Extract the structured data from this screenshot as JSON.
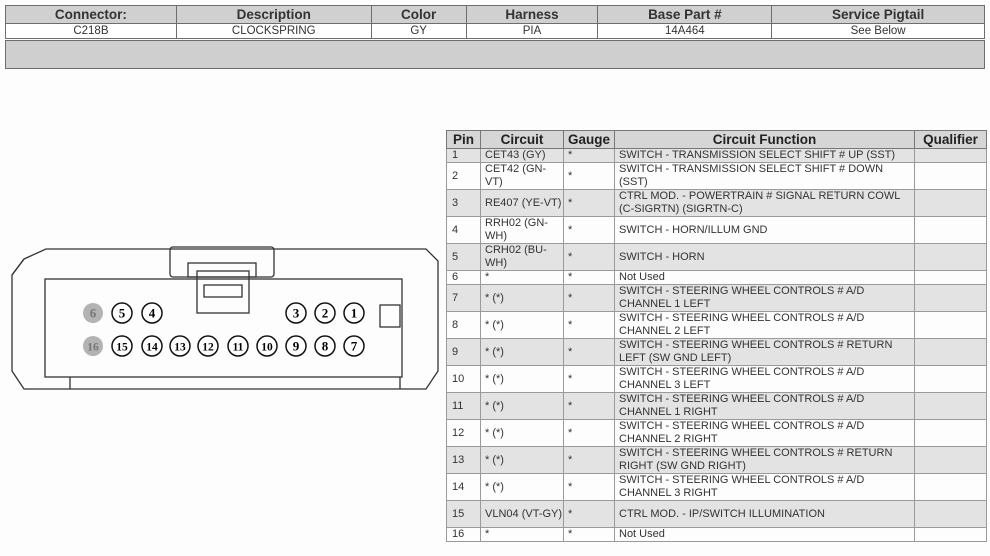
{
  "connector_header": {
    "columns": [
      "Connector:",
      "Description",
      "Color",
      "Harness",
      "Base Part #",
      "Service Pigtail"
    ],
    "values": [
      "C218B",
      "CLOCKSPRING",
      "GY",
      "PIA",
      "14A464",
      "See Below"
    ]
  },
  "connector_diagram": {
    "top_row": [
      "6",
      "5",
      "4",
      "3",
      "2",
      "1"
    ],
    "bottom_row": [
      "16",
      "15",
      "14",
      "13",
      "12",
      "11",
      "10",
      "9",
      "8",
      "7"
    ],
    "unused_pins": [
      "6",
      "16"
    ]
  },
  "pin_table": {
    "headers": [
      "Pin",
      "Circuit",
      "Gauge",
      "Circuit Function",
      "Qualifier"
    ],
    "rows": [
      {
        "pin": "1",
        "circuit": "CET43 (GY)",
        "gauge": "*",
        "function": "SWITCH - TRANSMISSION SELECT SHIFT # UP (SST)",
        "qualifier": ""
      },
      {
        "pin": "2",
        "circuit": "CET42 (GN-VT)",
        "gauge": "*",
        "function": "SWITCH - TRANSMISSION SELECT SHIFT # DOWN (SST)",
        "qualifier": ""
      },
      {
        "pin": "3",
        "circuit": "RE407 (YE-VT)",
        "gauge": "*",
        "function": "CTRL MOD. - POWERTRAIN # SIGNAL RETURN COWL (C-SIGRTN) (SIGRTN-C)",
        "qualifier": ""
      },
      {
        "pin": "4",
        "circuit": "RRH02 (GN-WH)",
        "gauge": "*",
        "function": "SWITCH - HORN/ILLUM GND",
        "qualifier": ""
      },
      {
        "pin": "5",
        "circuit": "CRH02 (BU-WH)",
        "gauge": "*",
        "function": "SWITCH - HORN",
        "qualifier": ""
      },
      {
        "pin": "6",
        "circuit": "*",
        "gauge": "*",
        "function": "Not Used",
        "qualifier": ""
      },
      {
        "pin": "7",
        "circuit": "* (*)",
        "gauge": "*",
        "function": "SWITCH - STEERING WHEEL CONTROLS # A/D CHANNEL 1 LEFT",
        "qualifier": ""
      },
      {
        "pin": "8",
        "circuit": "* (*)",
        "gauge": "*",
        "function": "SWITCH - STEERING WHEEL CONTROLS # A/D CHANNEL 2 LEFT",
        "qualifier": ""
      },
      {
        "pin": "9",
        "circuit": "* (*)",
        "gauge": "*",
        "function": "SWITCH - STEERING WHEEL CONTROLS # RETURN LEFT (SW GND LEFT)",
        "qualifier": ""
      },
      {
        "pin": "10",
        "circuit": "* (*)",
        "gauge": "*",
        "function": "SWITCH - STEERING WHEEL CONTROLS # A/D CHANNEL 3 LEFT",
        "qualifier": ""
      },
      {
        "pin": "11",
        "circuit": "* (*)",
        "gauge": "*",
        "function": "SWITCH - STEERING WHEEL CONTROLS # A/D CHANNEL 1 RIGHT",
        "qualifier": ""
      },
      {
        "pin": "12",
        "circuit": "* (*)",
        "gauge": "*",
        "function": "SWITCH - STEERING WHEEL CONTROLS # A/D CHANNEL 2 RIGHT",
        "qualifier": ""
      },
      {
        "pin": "13",
        "circuit": "* (*)",
        "gauge": "*",
        "function": "SWITCH - STEERING WHEEL CONTROLS # RETURN RIGHT (SW GND RIGHT)",
        "qualifier": ""
      },
      {
        "pin": "14",
        "circuit": "* (*)",
        "gauge": "*",
        "function": "SWITCH - STEERING WHEEL CONTROLS # A/D CHANNEL 3 RIGHT",
        "qualifier": ""
      },
      {
        "pin": "15",
        "circuit": "VLN04 (VT-GY)",
        "gauge": "*",
        "function": "CTRL MOD. - IP/SWITCH ILLUMINATION",
        "qualifier": ""
      },
      {
        "pin": "16",
        "circuit": "*",
        "gauge": "*",
        "function": "Not Used",
        "qualifier": ""
      }
    ]
  },
  "colors": {
    "header_bg": "#d0d0d0",
    "alt_row_bg": "#e3e3e3",
    "unused_pin_fill": "#b3b3b3",
    "border": "#6d6d6d"
  }
}
